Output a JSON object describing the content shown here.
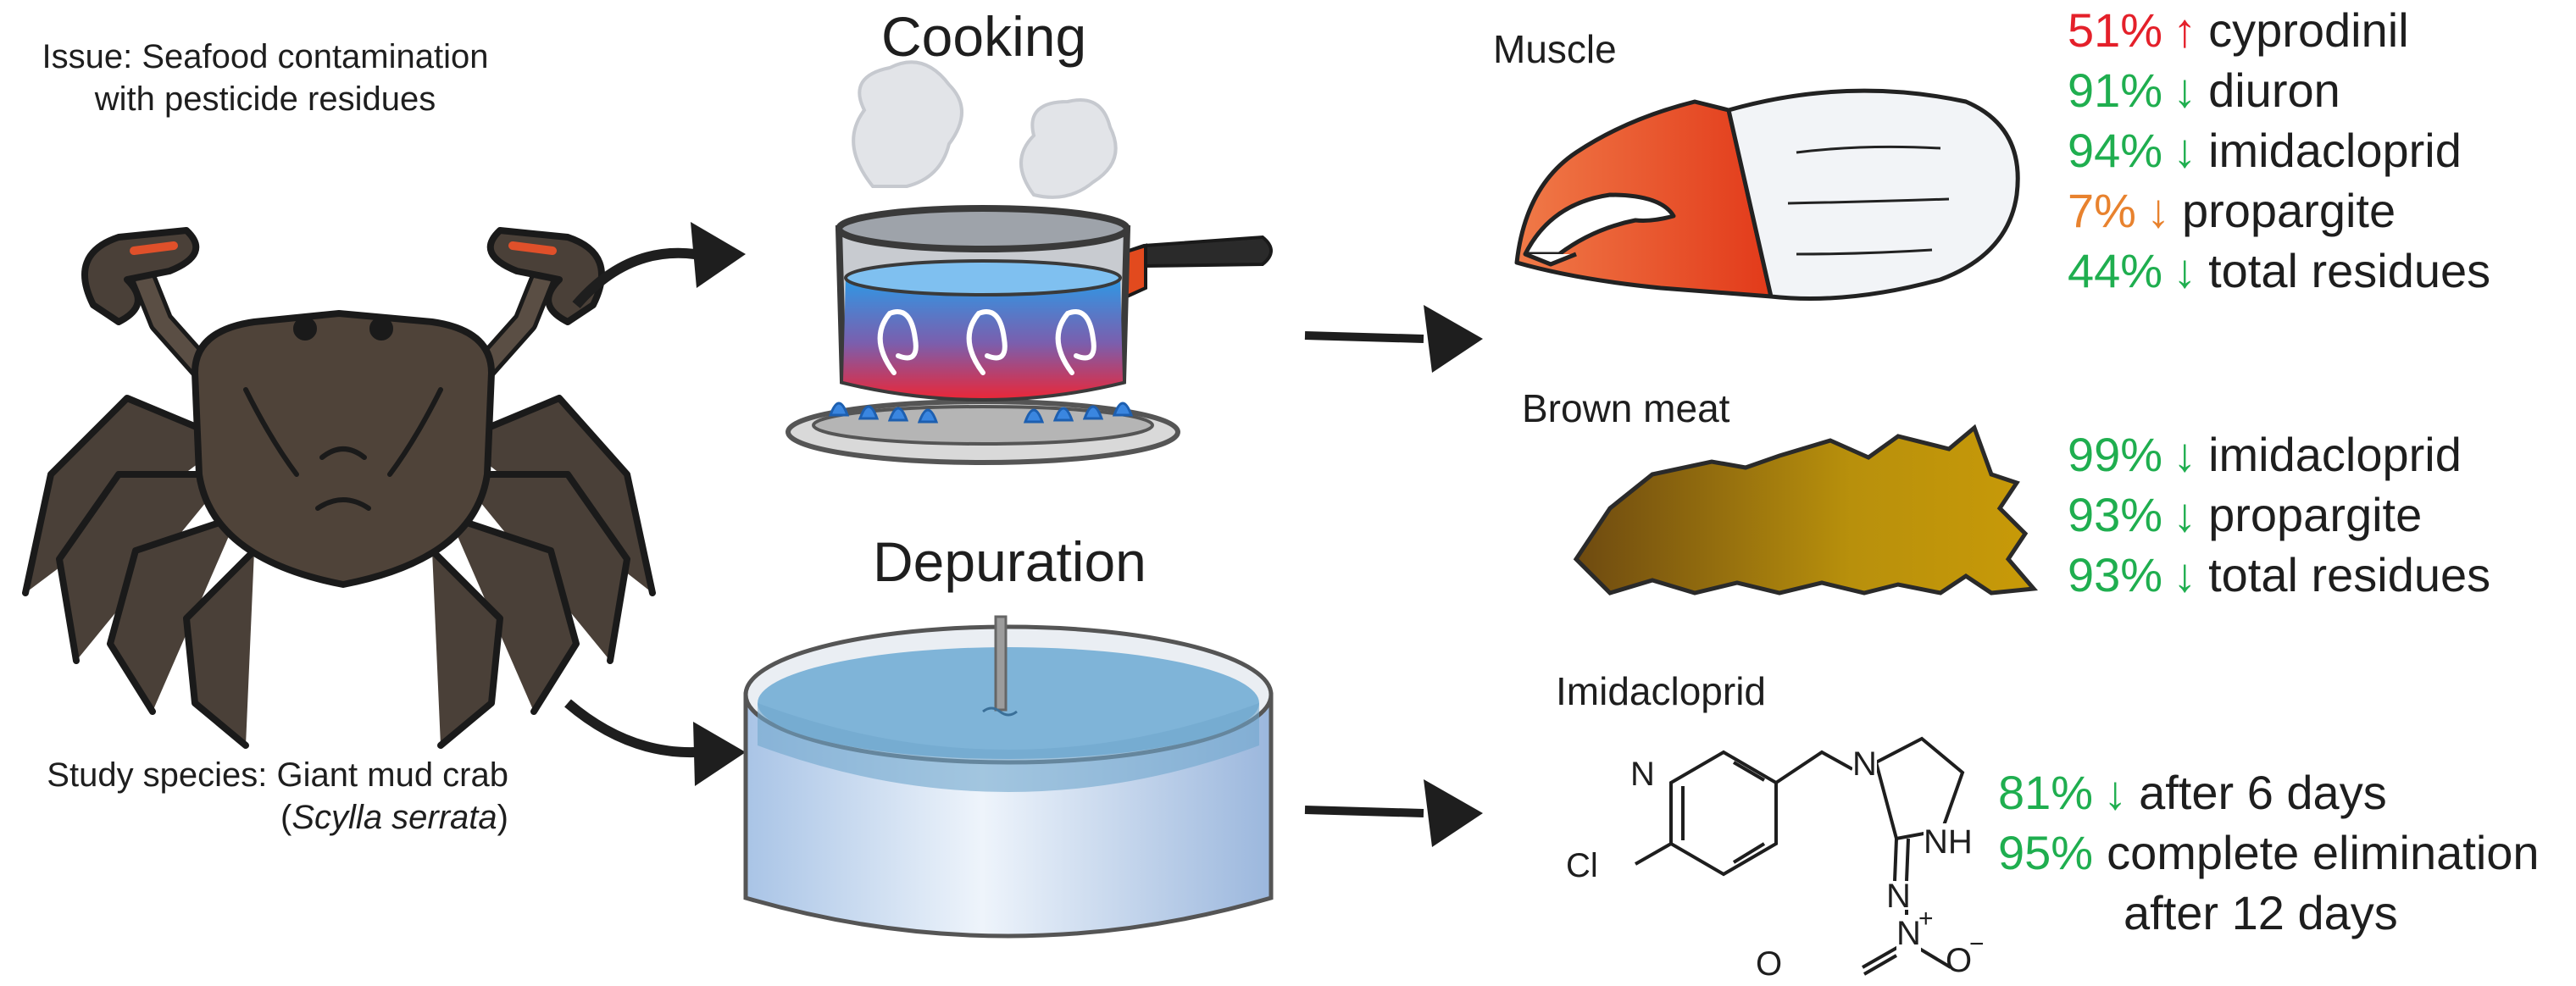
{
  "issue": {
    "line1": "Issue: Seafood contamination",
    "line2": "with pesticide residues"
  },
  "study": {
    "line1": "Study species: Giant mud crab",
    "paren_open": "(",
    "species": "Scylla serrata",
    "paren_close": ")"
  },
  "process": {
    "cooking": "Cooking",
    "depuration": "Depuration"
  },
  "colors": {
    "decrease": "#1fae4f",
    "increase": "#e4202a",
    "minor": "#e8822e"
  },
  "muscle": {
    "label": "Muscle",
    "results": [
      {
        "pct": "51%",
        "arrow": "↑",
        "name": "cyprodinil",
        "color": "red"
      },
      {
        "pct": "91%",
        "arrow": "↓",
        "name": "diuron",
        "color": "green"
      },
      {
        "pct": "94%",
        "arrow": "↓",
        "name": "imidacloprid",
        "color": "green"
      },
      {
        "pct": "7%",
        "arrow": "↓",
        "name": "propargite",
        "color": "orange"
      },
      {
        "pct": "44%",
        "arrow": "↓",
        "name": "total residues",
        "color": "green"
      }
    ]
  },
  "brown_meat": {
    "label": "Brown meat",
    "results": [
      {
        "pct": "99%",
        "arrow": "↓",
        "name": "imidacloprid",
        "color": "green"
      },
      {
        "pct": "93%",
        "arrow": "↓",
        "name": "propargite",
        "color": "green"
      },
      {
        "pct": "93%",
        "arrow": "↓",
        "name": "total residues",
        "color": "green"
      }
    ]
  },
  "imidacloprid": {
    "label": "Imidacloprid",
    "atoms": {
      "n_ring": "N",
      "cl": "Cl",
      "n_top": "N",
      "nh": "NH",
      "n_imine": "N",
      "n_nitro": "N",
      "plus": "+",
      "o_left": "O",
      "o_right": "O",
      "minus": "−"
    },
    "result1": {
      "pct": "81%",
      "arrow": "↓",
      "text": "after 6 days"
    },
    "result2": {
      "pct": "95%",
      "text": "complete elimination",
      "text2": "after 12 days"
    }
  }
}
